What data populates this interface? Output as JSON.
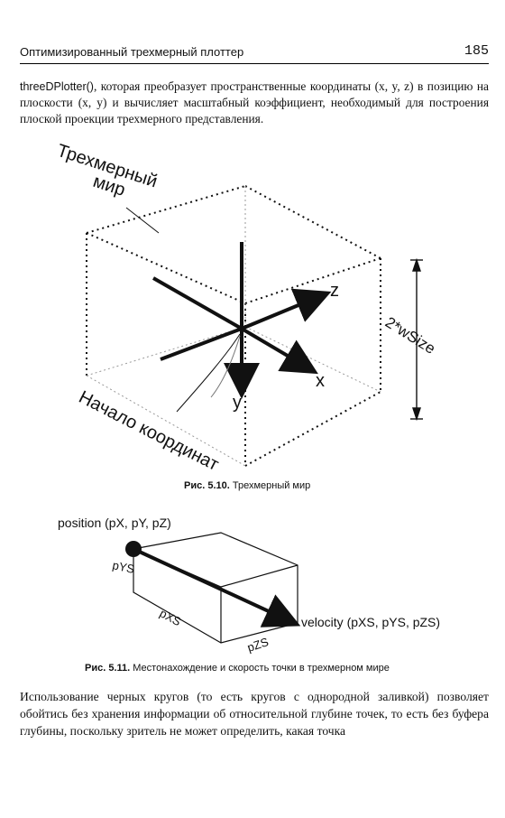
{
  "header": {
    "title": "Оптимизированный трехмерный плоттер",
    "page_number": "185"
  },
  "intro": {
    "code": "threeDPlotter()",
    "text": ", которая преобразует пространственные координаты (x, y, z) в позицию на плоскости (x, y) и вычисляет масштабный коэффициент, необходимый для построения плоской проекции трехмерного представления."
  },
  "figure1": {
    "world_label_line1": "Трехмерный",
    "world_label_line2": "мир",
    "origin_label": "Начало координат",
    "size_label": "2*wSize",
    "axis_x": "x",
    "axis_y": "y",
    "axis_z": "z",
    "caption_number": "Рис. 5.10.",
    "caption_text": "Трехмерный мир"
  },
  "figure2": {
    "position_label": "position (pX, pY, pZ)",
    "velocity_label": "velocity (pXS, pYS, pZS)",
    "pys_label": "pYS",
    "pxs_label": "pXS",
    "pzs_label": "pZS",
    "caption_number": "Рис. 5.11.",
    "caption_text": "Местонахождение и скорость точки в трехмерном мире"
  },
  "closing": {
    "text": "Использование черных кругов (то есть кругов с однородной заливкой) позволяет обойтись без хранения информации об относительной глубине точек, то есть без буфера глубины, поскольку зритель не может определить, какая точка"
  }
}
